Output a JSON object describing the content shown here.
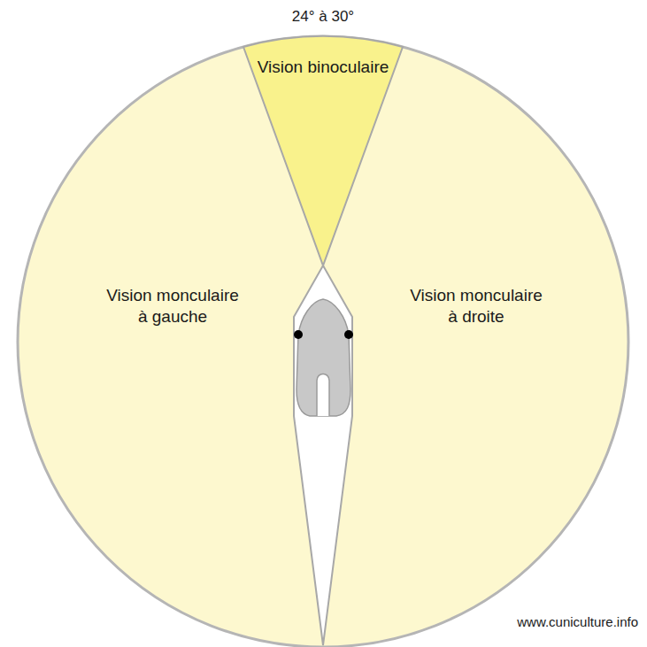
{
  "diagram": {
    "nodes": [
      {
        "text": [
          "Vision binoculaire"
        ]
      },
      {
        "text": [
          "Vision monculaire à gauche"
        ]
      },
      {
        "text": [
          "Vision monculaire à droite"
        ]
      }
    ],
    "labels": [
      "24° à 30°",
      "www.cuniculture.info"
    ]
  }
}
